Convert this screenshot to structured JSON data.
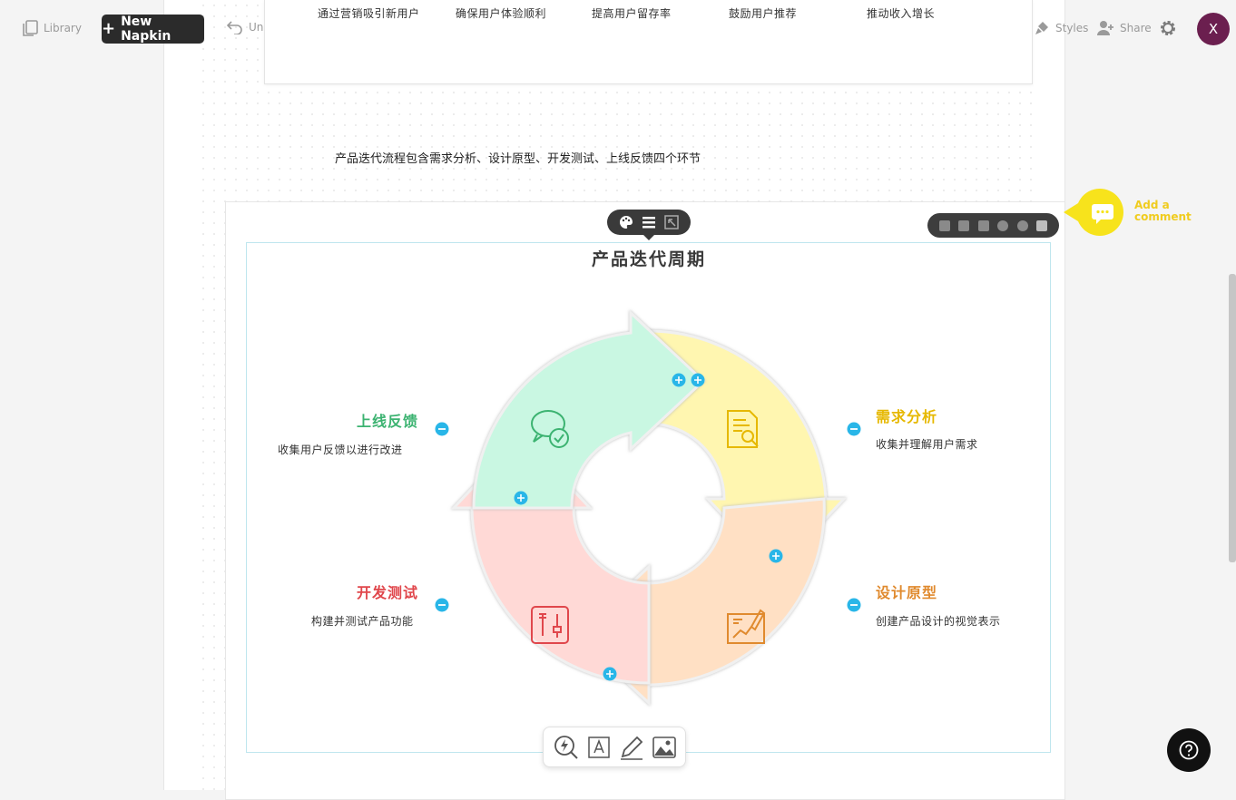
{
  "toolbar": {
    "library_label": "Library",
    "new_napkin_label": "New Napkin",
    "undo_label": "Undo",
    "styles_label": "Styles",
    "share_label": "Share",
    "avatar_initial": "X"
  },
  "top_card": {
    "items": [
      "通过营销吸引新用户",
      "确保用户体验顺利",
      "提高用户留存率",
      "鼓励用户推荐",
      "推动收入增长"
    ]
  },
  "caption": "产品迭代流程包含需求分析、设计原型、开发测试、上线反馈四个环节",
  "comment": {
    "label_line1": "Add a",
    "label_line2": "comment"
  },
  "diagram": {
    "title": "产品迭代周期",
    "steps": [
      {
        "title": "需求分析",
        "desc": "收集并理解用户需求",
        "color": "#e6b800",
        "fill": "#fff6b0",
        "icon": "document-search-icon"
      },
      {
        "title": "设计原型",
        "desc": "创建产品设计的视觉表示",
        "color": "#e08a2e",
        "fill": "#ffe0c4",
        "icon": "design-sketch-icon"
      },
      {
        "title": "开发测试",
        "desc": "构建并测试产品功能",
        "color": "#e0474c",
        "fill": "#ffd9d6",
        "icon": "tools-icon"
      },
      {
        "title": "上线反馈",
        "desc": "收集用户反馈以进行改进",
        "color": "#3cb371",
        "fill": "#c9f7e2",
        "icon": "chat-check-icon"
      }
    ]
  },
  "accent": "#29b6e8"
}
